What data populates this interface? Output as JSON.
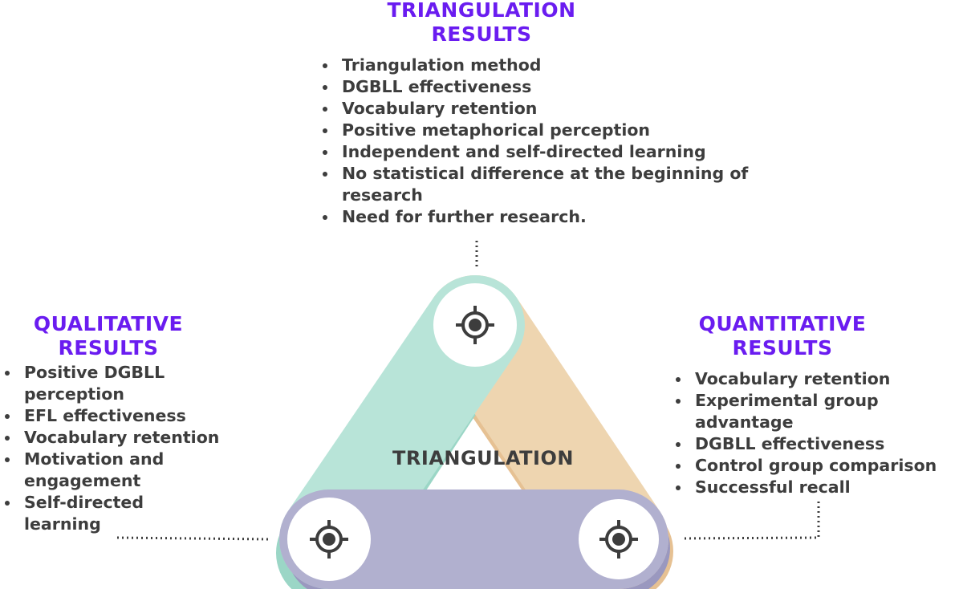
{
  "top": {
    "heading": "TRIANGULATION\nRESULTS",
    "items": [
      "Triangulation method",
      "DGBLL effectiveness",
      "Vocabulary retention",
      "Positive metaphorical perception",
      "Independent and self-directed learning",
      "No statistical difference at the beginning of research",
      "Need for further research."
    ]
  },
  "left": {
    "heading": "QUALITATIVE\nRESULTS",
    "items": [
      "Positive DGBLL perception",
      "EFL effectiveness",
      "Vocabulary retention",
      "Motivation and engagement",
      "Self-directed learning"
    ]
  },
  "right": {
    "heading": "QUANTITATIVE\nRESULTS",
    "items": [
      "Vocabulary retention",
      "Experimental group advantage",
      "DGBLL effectiveness",
      "Control group comparison",
      "Successful recall"
    ]
  },
  "center": {
    "label": "TRIANGULATION"
  },
  "colors": {
    "heading": "#6a1cf0",
    "band_top": "#eed5b0",
    "band_left": "#b8e4d8",
    "band_bottom": "#b1b0cf",
    "target": "#3d3d3d"
  },
  "icons": [
    "target-icon",
    "target-icon",
    "target-icon"
  ]
}
